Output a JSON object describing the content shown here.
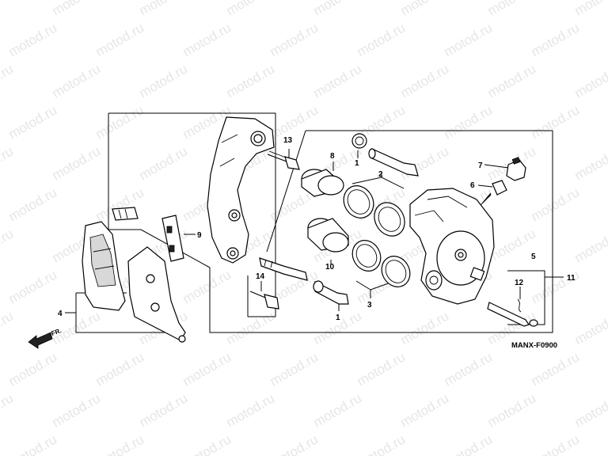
{
  "watermark": "motod.ru",
  "diagram_code": "MANX-F0900",
  "direction_label": "FR.",
  "callouts": {
    "c1_top": "1",
    "c1_bottom": "1",
    "c2": "2",
    "c3": "3",
    "c4": "4",
    "c5": "5",
    "c6": "6",
    "c7": "7",
    "c8": "8",
    "c9": "9",
    "c10": "10",
    "c11": "11",
    "c12": "12",
    "c13": "13",
    "c14": "14"
  }
}
